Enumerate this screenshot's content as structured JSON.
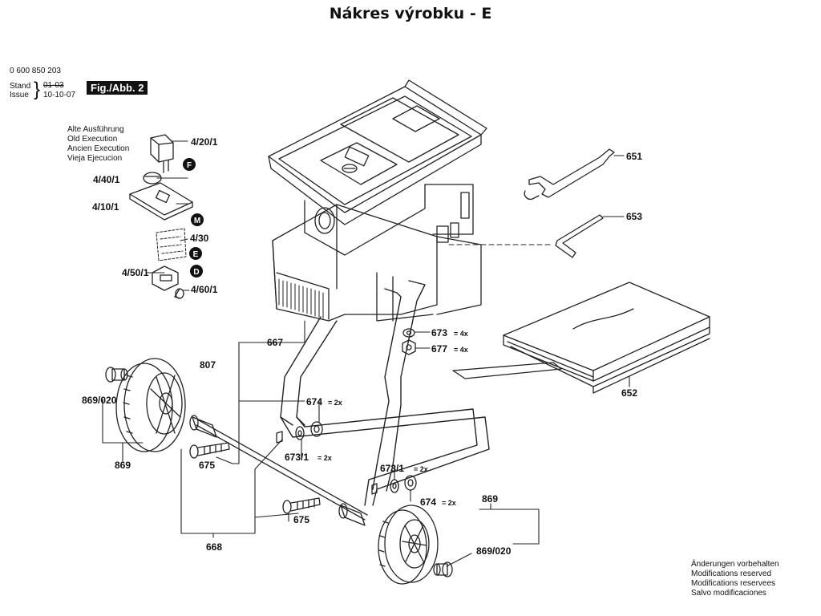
{
  "title": "Nákres výrobku - E",
  "header": {
    "part_number": "0 600 850 203",
    "stand_label": "Stand",
    "issue_label": "Issue",
    "stand_value": "01-03",
    "issue_value": "10-10-07",
    "fig_label": "Fig./Abb. 2"
  },
  "old_execution": [
    "Alte Ausführung",
    "Old Execution",
    "Ancien Execution",
    "Vieja Ejecucion"
  ],
  "letters": {
    "F": "F",
    "M": "M",
    "E": "E",
    "D": "D"
  },
  "parts": {
    "p4_20_1": "4/20/1",
    "p4_40_1": "4/40/1",
    "p4_10_1": "4/10/1",
    "p4_30": "4/30",
    "p4_50_1": "4/50/1",
    "p4_60_1": "4/60/1",
    "p651": "651",
    "p653": "653",
    "p673": "673",
    "p673_qty": "= 4x",
    "p677": "677",
    "p677_qty": "= 4x",
    "p652": "652",
    "p667": "667",
    "p807": "807",
    "p674a": "674",
    "p674a_qty": "= 2x",
    "p673_1a": "673/1",
    "p673_1a_qty": "= 2x",
    "p869_020a": "869/020",
    "p869a": "869",
    "p675a": "675",
    "p673_1b": "673/1",
    "p673_1b_qty": "= 2x",
    "p674b": "674",
    "p674b_qty": "= 2x",
    "p869b": "869",
    "p675b": "675",
    "p668": "668",
    "p869_020b": "869/020"
  },
  "footer_notes": [
    "Änderungen vorbehalten",
    "Modifications reserved",
    "Modifications reservees",
    "Salvo modificaciones"
  ]
}
